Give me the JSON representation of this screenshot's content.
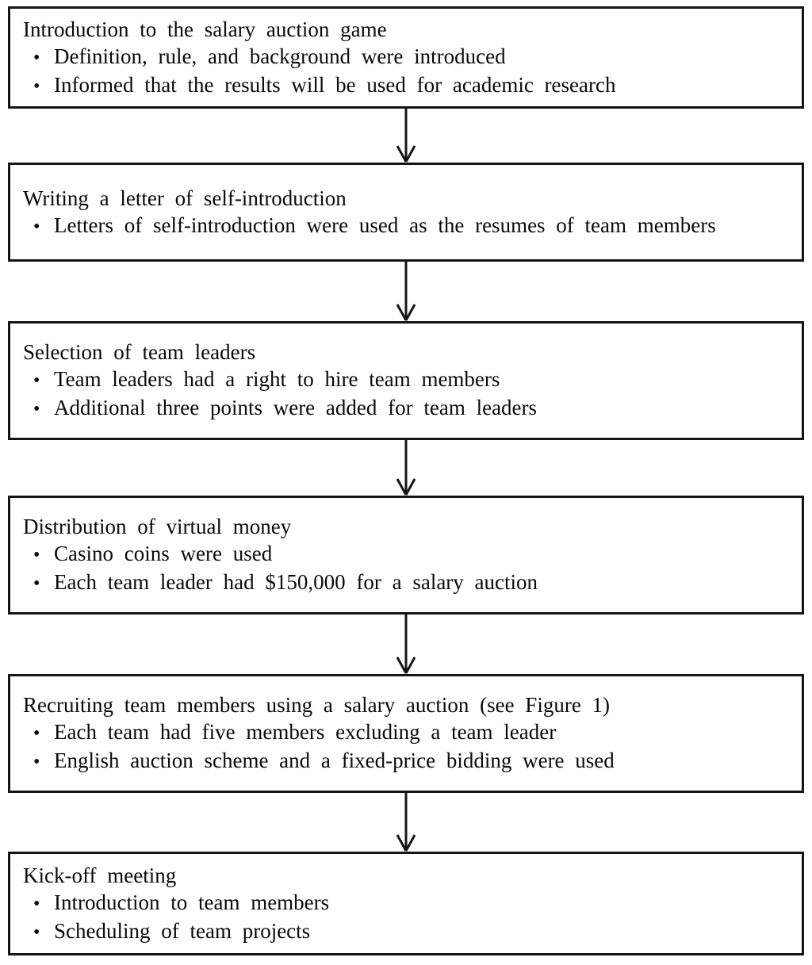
{
  "page": {
    "background": "#ffffff",
    "border_color": "#151515",
    "text_color": "#0a0a0a"
  },
  "bullet_char": "•",
  "flowchart": {
    "steps": [
      {
        "title": "Introduction to the salary auction game",
        "bullets": [
          "Definition, rule, and background were introduced",
          "Informed that the results will be used for academic research"
        ]
      },
      {
        "title": "Writing a letter of self-introduction",
        "bullets": [
          "Letters of self-introduction were used as the resumes of team members"
        ]
      },
      {
        "title": "Selection of team leaders",
        "bullets": [
          "Team leaders had a right to hire team members",
          "Additional three points were added for team leaders"
        ]
      },
      {
        "title": "Distribution of virtual money",
        "bullets": [
          "Casino coins were used",
          "Each team leader had $150,000 for a salary auction"
        ]
      },
      {
        "title": "Recruiting team members using a salary auction (see Figure 1)",
        "bullets": [
          "Each team had five members excluding a team leader",
          "English auction scheme and a fixed-price bidding were used"
        ]
      },
      {
        "title": "Kick-off meeting",
        "bullets": [
          "Introduction to team members",
          "Scheduling of team projects"
        ]
      }
    ]
  }
}
